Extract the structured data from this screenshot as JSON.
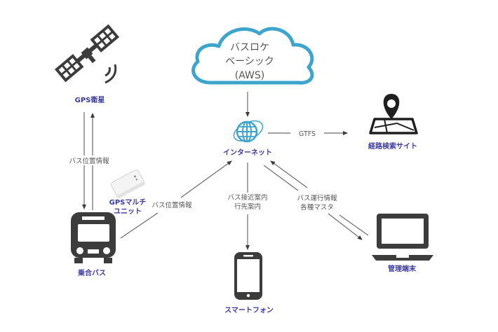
{
  "title": "バスロケ システム構成図",
  "cloud": {
    "lines": [
      "バスロケ",
      "ベーシック",
      "(AWS)"
    ],
    "color": "#3da5cc"
  },
  "nodes": {
    "satellite": {
      "label": "GPS衛星",
      "icon": "satellite-icon"
    },
    "gps_unit": {
      "label_lines": [
        "GPSマルチ",
        "ユニット"
      ],
      "icon": "gps-device-icon"
    },
    "bus": {
      "label": "乗合バス",
      "icon": "bus-icon"
    },
    "internet": {
      "label": "インターネット",
      "icon": "globe-icon"
    },
    "route_search": {
      "label": "経路検索サイト",
      "icon": "map-pin-icon"
    },
    "smartphone": {
      "label": "スマートフォン",
      "icon": "smartphone-icon"
    },
    "admin_terminal": {
      "label": "管理端末",
      "icon": "laptop-icon"
    }
  },
  "edges": {
    "satellite_bus": {
      "label": "バス位置情報"
    },
    "bus_internet": {
      "label": "バス位置情報"
    },
    "internet_route": {
      "label": "GTFS"
    },
    "internet_phone": {
      "label_lines": [
        "バス接近案内",
        "行先案内"
      ]
    },
    "internet_admin": {
      "label_lines": [
        "バス運行情報",
        "各種マスタ"
      ]
    }
  },
  "colors": {
    "label": "#3d3a9e",
    "icon": "#3c3c3c",
    "line": "#6a6a6a",
    "globe": "#3da5cc"
  }
}
